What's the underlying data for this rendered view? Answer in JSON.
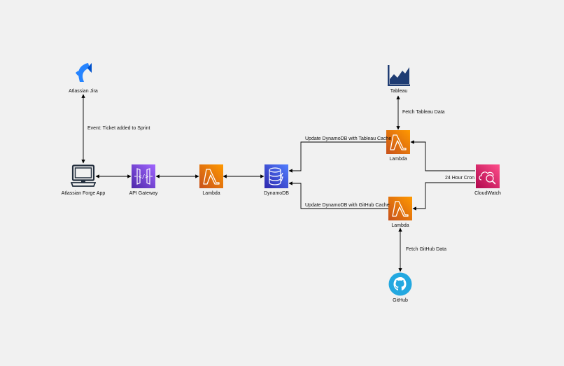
{
  "nodes": {
    "jira": {
      "label": "Atlassian Jira",
      "icon": "jira-logo-icon",
      "color": "#2684ff"
    },
    "tableau": {
      "label": "Tableau",
      "icon": "tableau-chart-icon",
      "color": "#1f3c73"
    },
    "forge": {
      "label": "Atlassian Forge App",
      "icon": "computer-monitor-icon",
      "color": "#232f3e"
    },
    "api_gateway": {
      "label": "API Gateway",
      "icon": "api-gateway-icon",
      "color": "#8c4fff"
    },
    "lambda_main": {
      "label": "Lambda",
      "icon": "lambda-icon",
      "color": "#ed7100"
    },
    "dynamodb": {
      "label": "DynamoDB",
      "icon": "dynamodb-icon",
      "color": "#3b48cc"
    },
    "lambda_tableau": {
      "label": "Lambda",
      "icon": "lambda-icon",
      "color": "#ed7100"
    },
    "cloudwatch": {
      "label": "CloudWatch",
      "icon": "cloudwatch-icon",
      "color": "#e7157b"
    },
    "lambda_github": {
      "label": "Lambda",
      "icon": "lambda-icon",
      "color": "#ed7100"
    },
    "github": {
      "label": "GitHub",
      "icon": "github-octocat-icon",
      "color": "#23a8e0"
    }
  },
  "edges": {
    "jira_forge": "Event: Ticket added to Sprint",
    "tableau_lambda": "Fetch Tableau Data",
    "lambda_tableau_dynamo": "Update DynamoDB with Tableau Cache",
    "cloudwatch_lambdas": "24 Hour Cron",
    "lambda_github_dynamo": "Update DynamoDB with GitHub Cache",
    "github_lambda": "Fetch GitHub Data"
  }
}
